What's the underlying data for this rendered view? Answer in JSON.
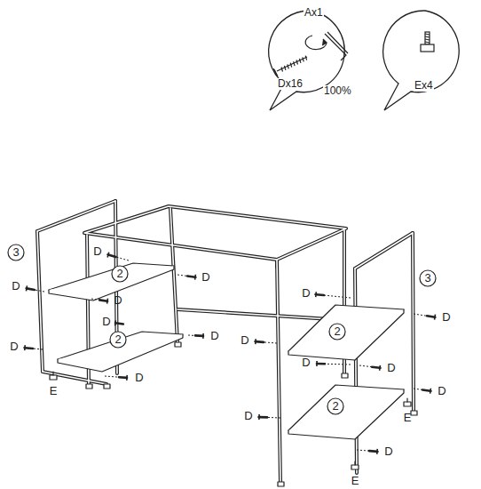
{
  "diagram": {
    "nodes": [
      {
        "text": [
          "Ax1",
          "Dx16",
          "100%"
        ]
      },
      {
        "text": [
          "Ex4"
        ]
      }
    ],
    "labels": [
      "3",
      "D",
      "D",
      "2",
      "D",
      "D",
      "D",
      "2",
      "D",
      "D",
      "D",
      "E",
      "3",
      "D",
      "D",
      "2",
      "D",
      "D",
      "D",
      "D",
      "2",
      "E",
      "D",
      "D",
      "E"
    ]
  }
}
